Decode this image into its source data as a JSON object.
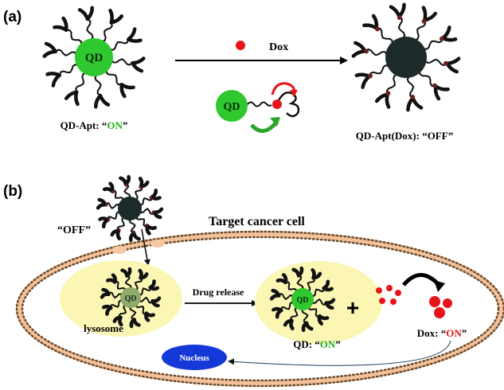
{
  "panel_a": {
    "label": "(a)",
    "qd_text": "QD",
    "dox_text": "Dox",
    "caption_left": {
      "prefix": "QD-Apt: “",
      "highlight": "ON",
      "suffix": "”"
    },
    "caption_right": "QD-Apt(Dox): “OFF”"
  },
  "panel_b": {
    "label": "(b)",
    "off_label": "“OFF”",
    "cell_title": "Target cancer cell",
    "lysosome_label": "lysosome",
    "drug_release_label": "Drug release",
    "qd_text": "QD",
    "plus": "+",
    "qd_caption": {
      "prefix": "QD: “",
      "highlight": "ON",
      "suffix": "”"
    },
    "dox_caption": {
      "prefix": "Dox: “",
      "highlight": "ON",
      "suffix": "”"
    },
    "nucleus_label": "Nucleus"
  },
  "colors": {
    "qd_green": "#2fc82f",
    "qd_dark": "#1c2a2a",
    "qd_faded": "#8faa6a",
    "dox_red": "#e8141b",
    "on_green": "#1fb41f",
    "on_red": "#e01818",
    "lysosome_fill": "#fbf6b4",
    "membrane_fill": "#f4c8a2",
    "nucleus_blue": "#1538d8"
  }
}
